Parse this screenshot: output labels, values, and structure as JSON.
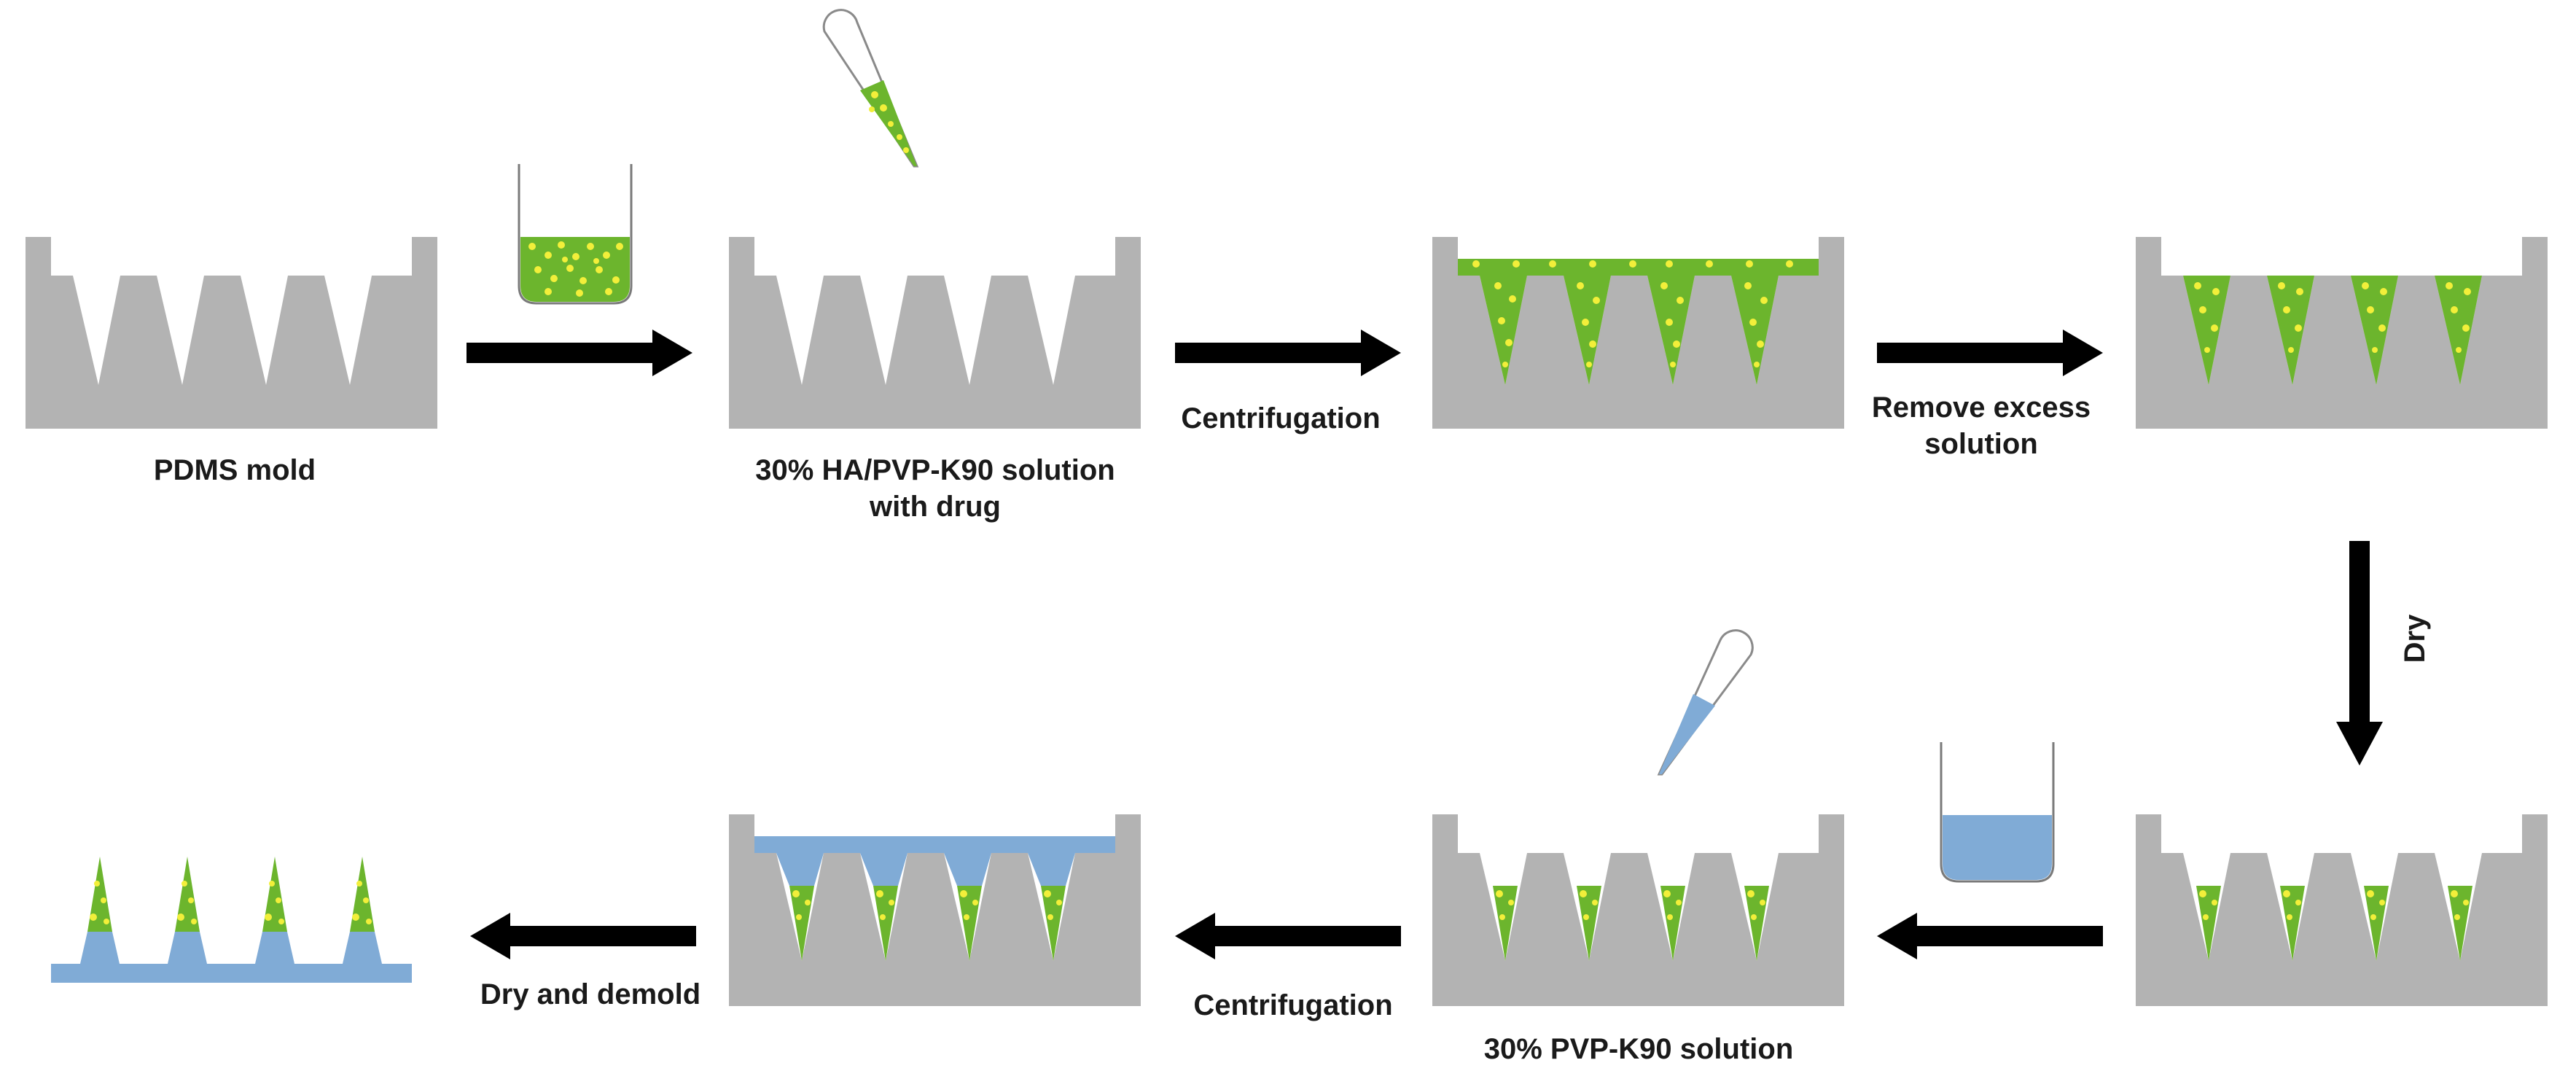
{
  "labels": {
    "pdms_mold": "PDMS mold",
    "ha_solution_line1": "30% HA/PVP-K90 solution",
    "ha_solution_line2": "with drug",
    "centrifugation_1": "Centrifugation",
    "remove_line1": "Remove excess",
    "remove_line2": "solution",
    "dry": "Dry",
    "pvp_solution": "30% PVP-K90 solution",
    "centrifugation_2": "Centrifugation",
    "dry_demold": "Dry and demold"
  },
  "colors": {
    "mold": "#b3b3b3",
    "drug_solution": "#6cb52d",
    "drug_particles": "#f2ef3a",
    "backing_solution": "#80abd6",
    "arrow": "#000000",
    "container_outline": "#7a7a7a"
  }
}
